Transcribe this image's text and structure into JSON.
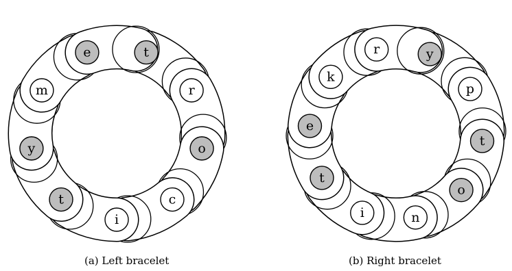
{
  "figure": {
    "bracelets": [
      {
        "id": "left",
        "caption": "(a) Left bracelet",
        "beads": [
          {
            "letter": "t",
            "shaded": true
          },
          {
            "letter": "r",
            "shaded": false
          },
          {
            "letter": "o",
            "shaded": true
          },
          {
            "letter": "c",
            "shaded": false
          },
          {
            "letter": "i",
            "shaded": false
          },
          {
            "letter": "t",
            "shaded": true
          },
          {
            "letter": "y",
            "shaded": true
          },
          {
            "letter": "m",
            "shaded": false
          },
          {
            "letter": "e",
            "shaded": true
          }
        ]
      },
      {
        "id": "right",
        "caption": "(b) Right bracelet",
        "beads": [
          {
            "letter": "y",
            "shaded": true
          },
          {
            "letter": "p",
            "shaded": false
          },
          {
            "letter": "t",
            "shaded": true
          },
          {
            "letter": "o",
            "shaded": true
          },
          {
            "letter": "n",
            "shaded": false
          },
          {
            "letter": "i",
            "shaded": false
          },
          {
            "letter": "t",
            "shaded": true
          },
          {
            "letter": "e",
            "shaded": true
          },
          {
            "letter": "k",
            "shaded": false
          },
          {
            "letter": "r",
            "shaded": false
          }
        ]
      }
    ],
    "colors": {
      "shaded_bead": "#bdbdbd",
      "plain_bead": "#ffffff",
      "stroke": "#000000"
    }
  }
}
